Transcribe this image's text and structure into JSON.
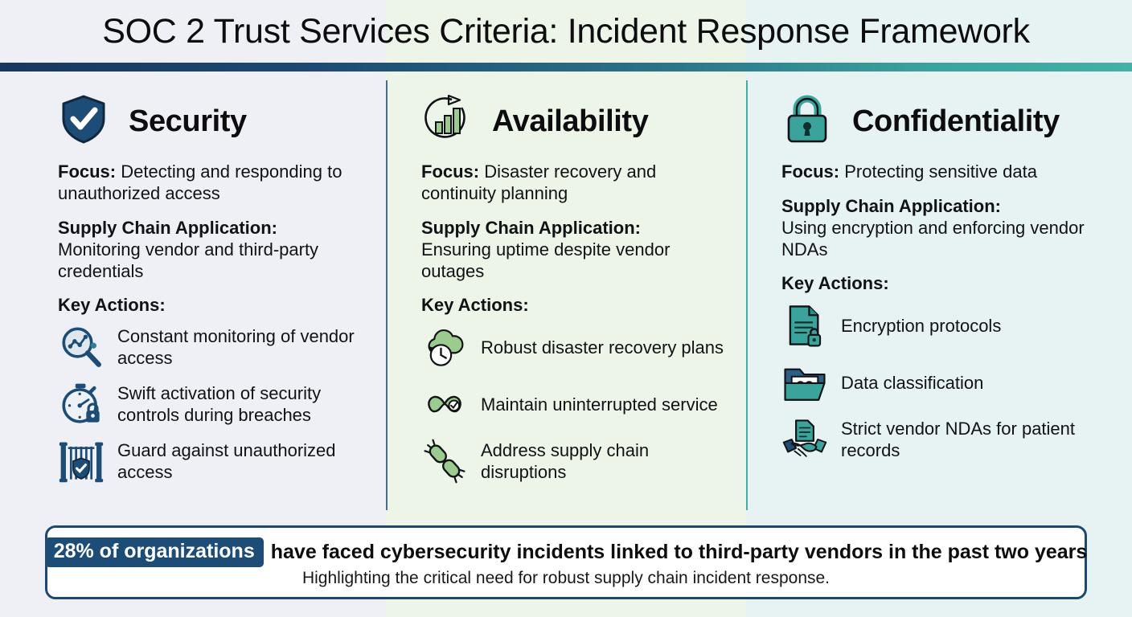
{
  "header": {
    "title": "SOC 2 Trust Services Criteria: Incident Response Framework",
    "accent_gradient_from": "#17375e",
    "accent_gradient_to": "#45b0a6"
  },
  "labels": {
    "focus": "Focus:",
    "supply_chain": "Supply Chain Application:",
    "key_actions": "Key Actions:"
  },
  "columns": [
    {
      "title": "Security",
      "icon": "shield-check-icon",
      "accent": "#1d4c77",
      "background": "#eff0f5",
      "focus": "Detecting and responding to unauthorized access",
      "supply_chain": "Monitoring vendor and third-party credentials",
      "actions": [
        {
          "icon": "magnifier-analytics-icon",
          "text": "Constant monitoring of vendor access"
        },
        {
          "icon": "stopwatch-lock-icon",
          "text": "Swift activation of security controls during breaches"
        },
        {
          "icon": "gate-shield-icon",
          "text": "Guard against unauthorized access"
        }
      ]
    },
    {
      "title": "Availability",
      "icon": "uptime-chart-icon",
      "accent": "#8cc07e",
      "background": "#ecf5e7",
      "focus": "Disaster recovery and continuity planning",
      "supply_chain": "Ensuring uptime despite vendor outages",
      "actions": [
        {
          "icon": "cloud-restore-icon",
          "text": "Robust disaster recovery plans"
        },
        {
          "icon": "infinity-check-icon",
          "text": "Maintain uninterrupted service"
        },
        {
          "icon": "broken-chain-icon",
          "text": "Address supply chain disruptions"
        }
      ]
    },
    {
      "title": "Confidentiality",
      "icon": "padlock-icon",
      "accent": "#3aa39c",
      "background": "#e7f2f2",
      "focus": "Protecting sensitive data",
      "supply_chain": "Using encryption and enforcing vendor NDAs",
      "actions": [
        {
          "icon": "document-lock-icon",
          "text": "Encryption protocols"
        },
        {
          "icon": "folder-files-icon",
          "text": "Data classification"
        },
        {
          "icon": "handshake-document-icon",
          "text": "Strict vendor NDAs for patient records"
        }
      ]
    }
  ],
  "banner": {
    "stat": "28% of organizations",
    "statement": "have faced cybersecurity incidents linked to third-party vendors in the past two years",
    "subtext": "Highlighting the critical need for robust supply chain incident response.",
    "badge_color": "#1d4c77",
    "border_color": "#1d4971"
  }
}
